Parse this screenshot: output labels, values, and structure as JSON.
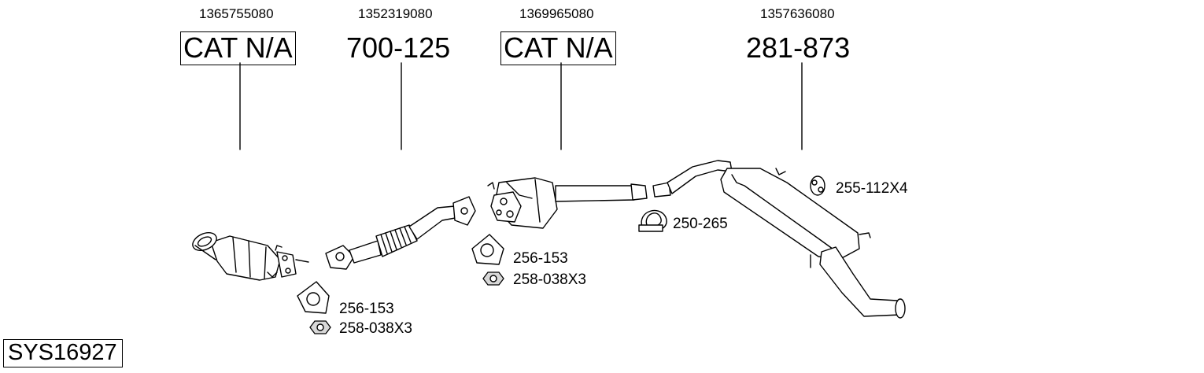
{
  "oem_numbers": [
    "1365755080",
    "1352319080",
    "1369965080",
    "1357636080"
  ],
  "codes": [
    "CAT N/A",
    "700-125",
    "CAT N/A",
    "281-873"
  ],
  "fittings": {
    "gasket_1": "256-153",
    "nut_1": "258-038X3",
    "gasket_2": "256-153",
    "nut_2": "258-038X3",
    "clamp": "250-265",
    "hanger": "255-112X4"
  },
  "system_id": "SYS16927",
  "icons": [
    "catalytic-converter-icon",
    "front-pipe-icon",
    "catalyst-icon",
    "rear-silencer-icon",
    "gasket-icon",
    "nut-icon",
    "clamp-icon",
    "rubber-hanger-icon"
  ],
  "colors": {
    "line": "#000000",
    "background": "#ffffff"
  }
}
